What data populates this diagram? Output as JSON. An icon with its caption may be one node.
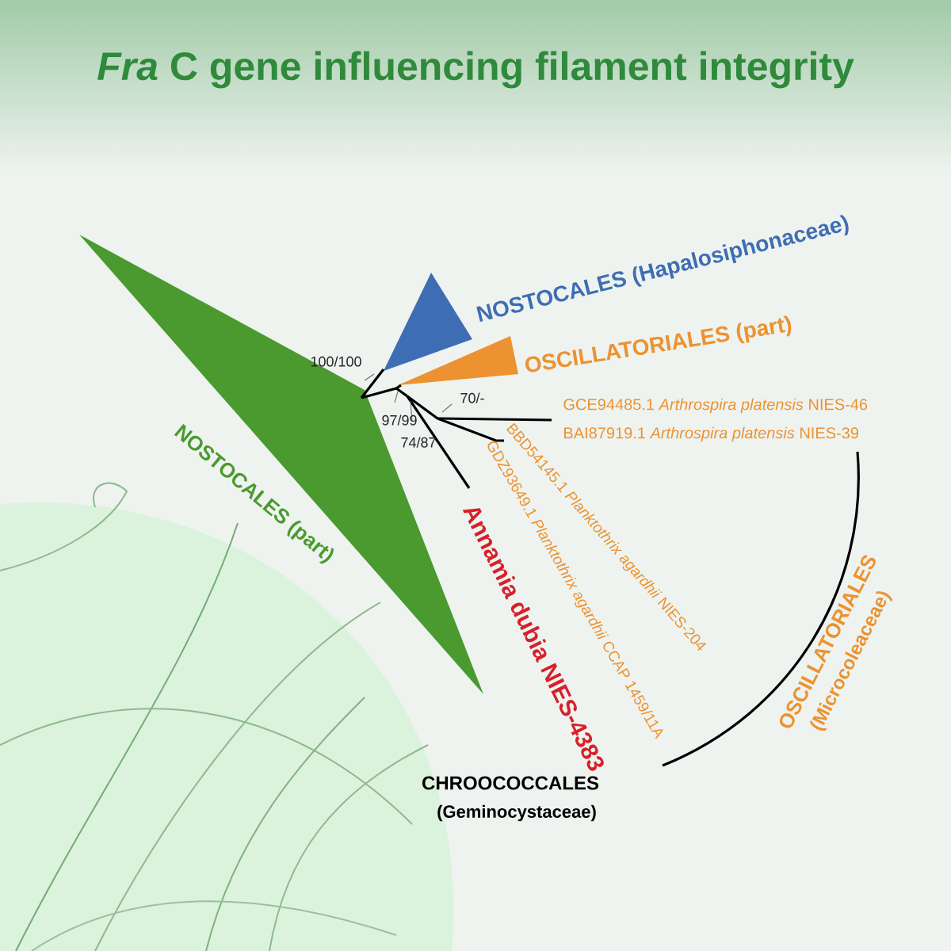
{
  "diagram": {
    "title": "*Fra* C gene influencing filament integrity",
    "labels": [
      "100/100",
      "97/99",
      "74/87",
      "70/-",
      "NOSTOCALES (Hapalosiphonaceae)",
      "OSCILLATORIALES (part)",
      "GCE94485.1 *Arthrospira platensis* NIES-46",
      "BAI87919.1 *Arthrospira platensis* NIES-39",
      "BBD54145.1 *Planktothrix agardhii* NIES-204",
      "GDZ93649.1 *Planktothrix agardhii* CCAP 1459/11A",
      "NOSTOCALES (part)",
      "Annamia dubia NIES-4383",
      "OSCILLATORIALES",
      "(Microcoleaceae)",
      "CHROOCOCCALES",
      "(Geminocystaceae)"
    ]
  }
}
